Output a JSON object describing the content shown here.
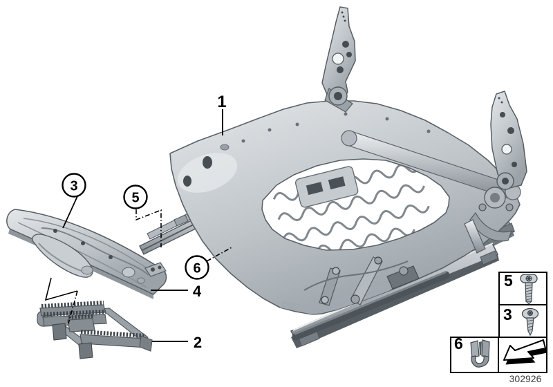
{
  "figure": {
    "number": "302926"
  },
  "callouts": {
    "c1": {
      "label": "1",
      "style": "plain"
    },
    "c2": {
      "label": "2",
      "style": "plain"
    },
    "c3": {
      "label": "3",
      "style": "circled"
    },
    "c4": {
      "label": "4",
      "style": "plain"
    },
    "c5": {
      "label": "5",
      "style": "circled"
    },
    "c6": {
      "label": "6",
      "style": "circled"
    }
  },
  "legend": {
    "screw5": {
      "label": "5",
      "icon": "torx-pan-head-screw-icon"
    },
    "screw3": {
      "label": "3",
      "icon": "torx-tapping-screw-icon"
    },
    "clip6": {
      "label": "6",
      "icon": "sheet-metal-clip-icon"
    },
    "direction": {
      "icon": "direction-of-travel-arrow-icon"
    }
  },
  "illustration": {
    "components": [
      "seat-frame",
      "backrest-bracket-left",
      "backrest-bracket-right",
      "cross-tube",
      "suspension-springs",
      "seat-rails",
      "seat-pan",
      "release-handle",
      "seat-trough-carrier",
      "recliner-mechanism"
    ]
  },
  "colors": {
    "background": "#ffffff",
    "line": "#000000",
    "metal_light": "#e2e5e8",
    "metal_mid": "#b2b8bd",
    "metal_dark": "#6e757b",
    "figure_number_text": "#3c3c3c"
  }
}
